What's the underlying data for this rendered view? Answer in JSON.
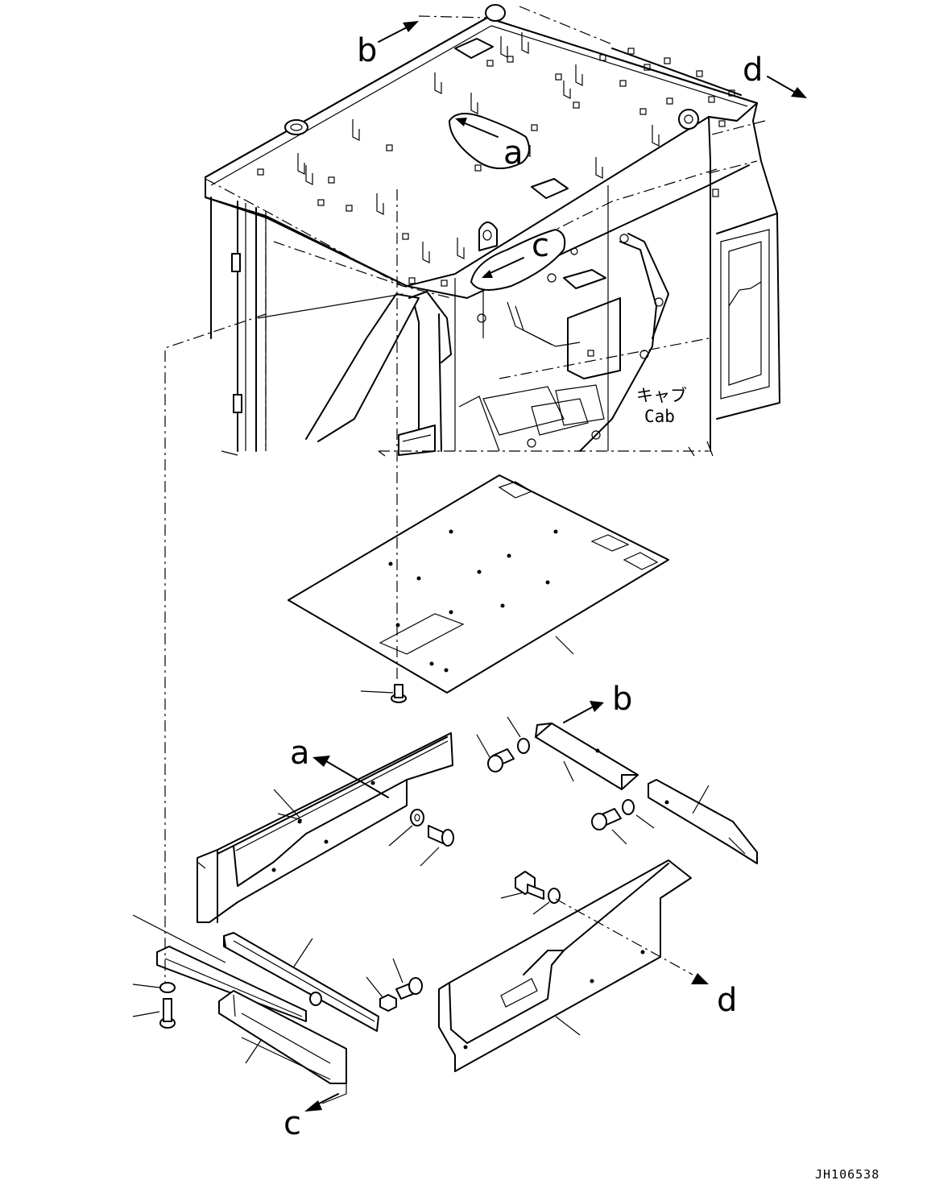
{
  "callouts": {
    "a": "a",
    "b": "b",
    "c": "c",
    "d": "d"
  },
  "cab_label": {
    "japanese": "キャブ",
    "english": "Cab"
  },
  "drawing_ref": "JH106538"
}
